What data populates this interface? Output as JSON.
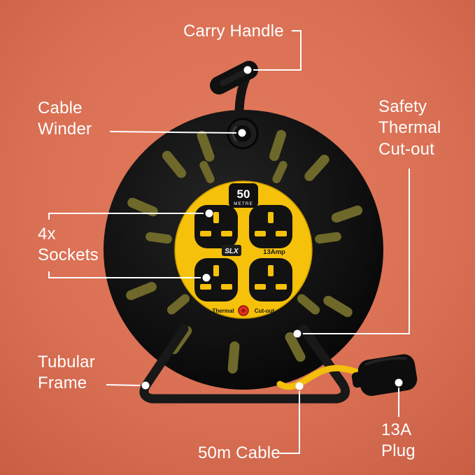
{
  "scene": {
    "background_color": "#da7054",
    "accent_yellow": "#f6c10a",
    "label_color": "#ffffff",
    "reel_color": "#0e0e0e",
    "reset_button_color": "#e23120"
  },
  "labels": {
    "carry_handle": "Carry Handle",
    "cable_winder": "Cable Winder",
    "safety_thermal_cutout": "Safety Thermal Cut-out",
    "sockets_4x": "4x Sockets",
    "tubular_frame": "Tubular Frame",
    "cable_50m": "50m Cable",
    "plug_13a": "13A Plug"
  },
  "product": {
    "badge_value": "50",
    "badge_unit": "METRE",
    "brand": "SLX",
    "amp_rating": "13Amp",
    "thermal_label": "Thermal",
    "cutout_label": "Cut-out"
  }
}
